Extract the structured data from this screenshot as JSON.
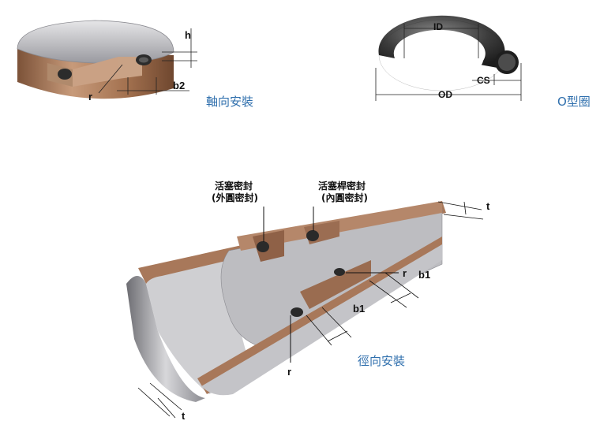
{
  "axial": {
    "caption": "軸向安裝",
    "labels": {
      "h": "h",
      "r": "r",
      "b2": "b2"
    }
  },
  "oring": {
    "caption": "O型圈",
    "labels": {
      "id": "ID",
      "od": "OD",
      "cs": "CS"
    }
  },
  "radial": {
    "caption": "徑向安裝",
    "piston_seal": {
      "line1": "活塞密封",
      "line2": "(外圓密封)"
    },
    "rod_seal": {
      "line1": "活塞桿密封",
      "line2": "(內圓密封)"
    },
    "labels": {
      "t_top": "t",
      "t_bottom": "t",
      "r_top": "r",
      "r_bottom": "r",
      "b1_upper": "b1",
      "b1_lower": "b1"
    }
  },
  "colors": {
    "caption": "#2f6fad",
    "copper": "#a8785a",
    "steel": "#b9b9bd",
    "ring": "#3a3a3a"
  }
}
